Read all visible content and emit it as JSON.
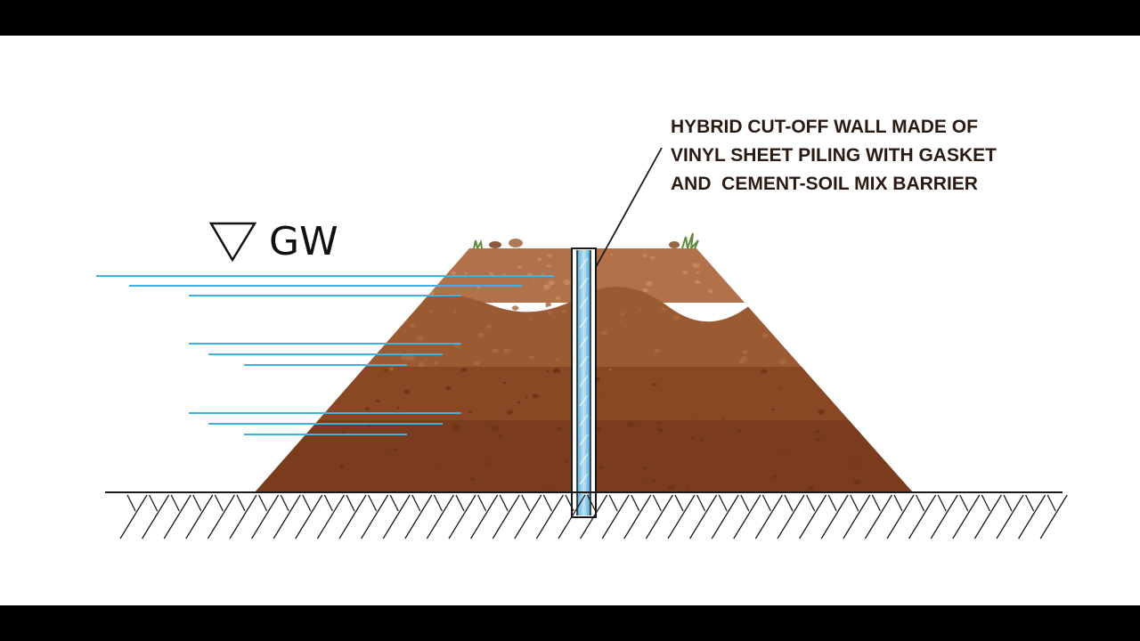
{
  "groundwater": {
    "label": "GW",
    "symbol": "inverted-triangle-icon",
    "line_color": "#3fb2e0"
  },
  "callout": {
    "lines": [
      "HYBRID CUT-OFF WALL MADE OF",
      "VINYL SHEET PILING WITH GASKET",
      "AND  CEMENT-SOIL MIX BARRIER"
    ],
    "color": "#2a1a12"
  },
  "colors": {
    "background": "#ffffff",
    "letterbox": "#000000",
    "soil_top": "#b3714a",
    "soil_mid": "#9c5a33",
    "soil_lower": "#8a4724",
    "soil_bottom": "#7a3c1c",
    "wall_fill": "#7fc6ea",
    "wall_outline": "#1a1a1a",
    "ground_line": "#1a1a1a"
  }
}
